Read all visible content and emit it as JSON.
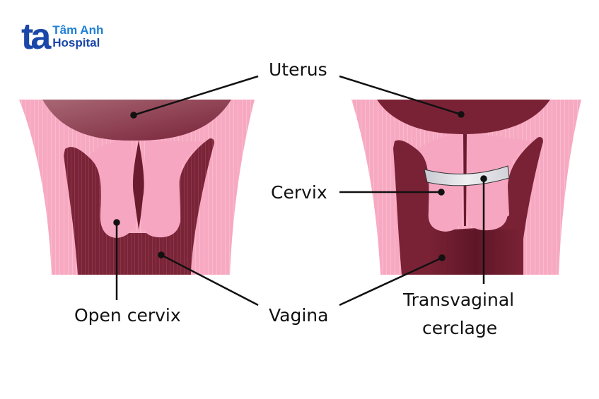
{
  "logo": {
    "mark": "ta",
    "line1": "Tâm Anh",
    "line2": "Hospital"
  },
  "labels": {
    "uterus": "Uterus",
    "cervix": "Cervix",
    "open_cervix": "Open cervix",
    "vagina": "Vagina",
    "cerclage_line1": "Transvaginal",
    "cerclage_line2": "cerclage"
  },
  "colors": {
    "outer_tissue": "#f7a9c2",
    "uterus_dark": "#7a2235",
    "vagina_dark": "#6e1e30",
    "cervix_pink": "#f6a6c0",
    "cerclage_band": "#e4e4ea",
    "brand_dark_blue": "#1a47a8",
    "brand_light_blue": "#1e7fd6"
  }
}
